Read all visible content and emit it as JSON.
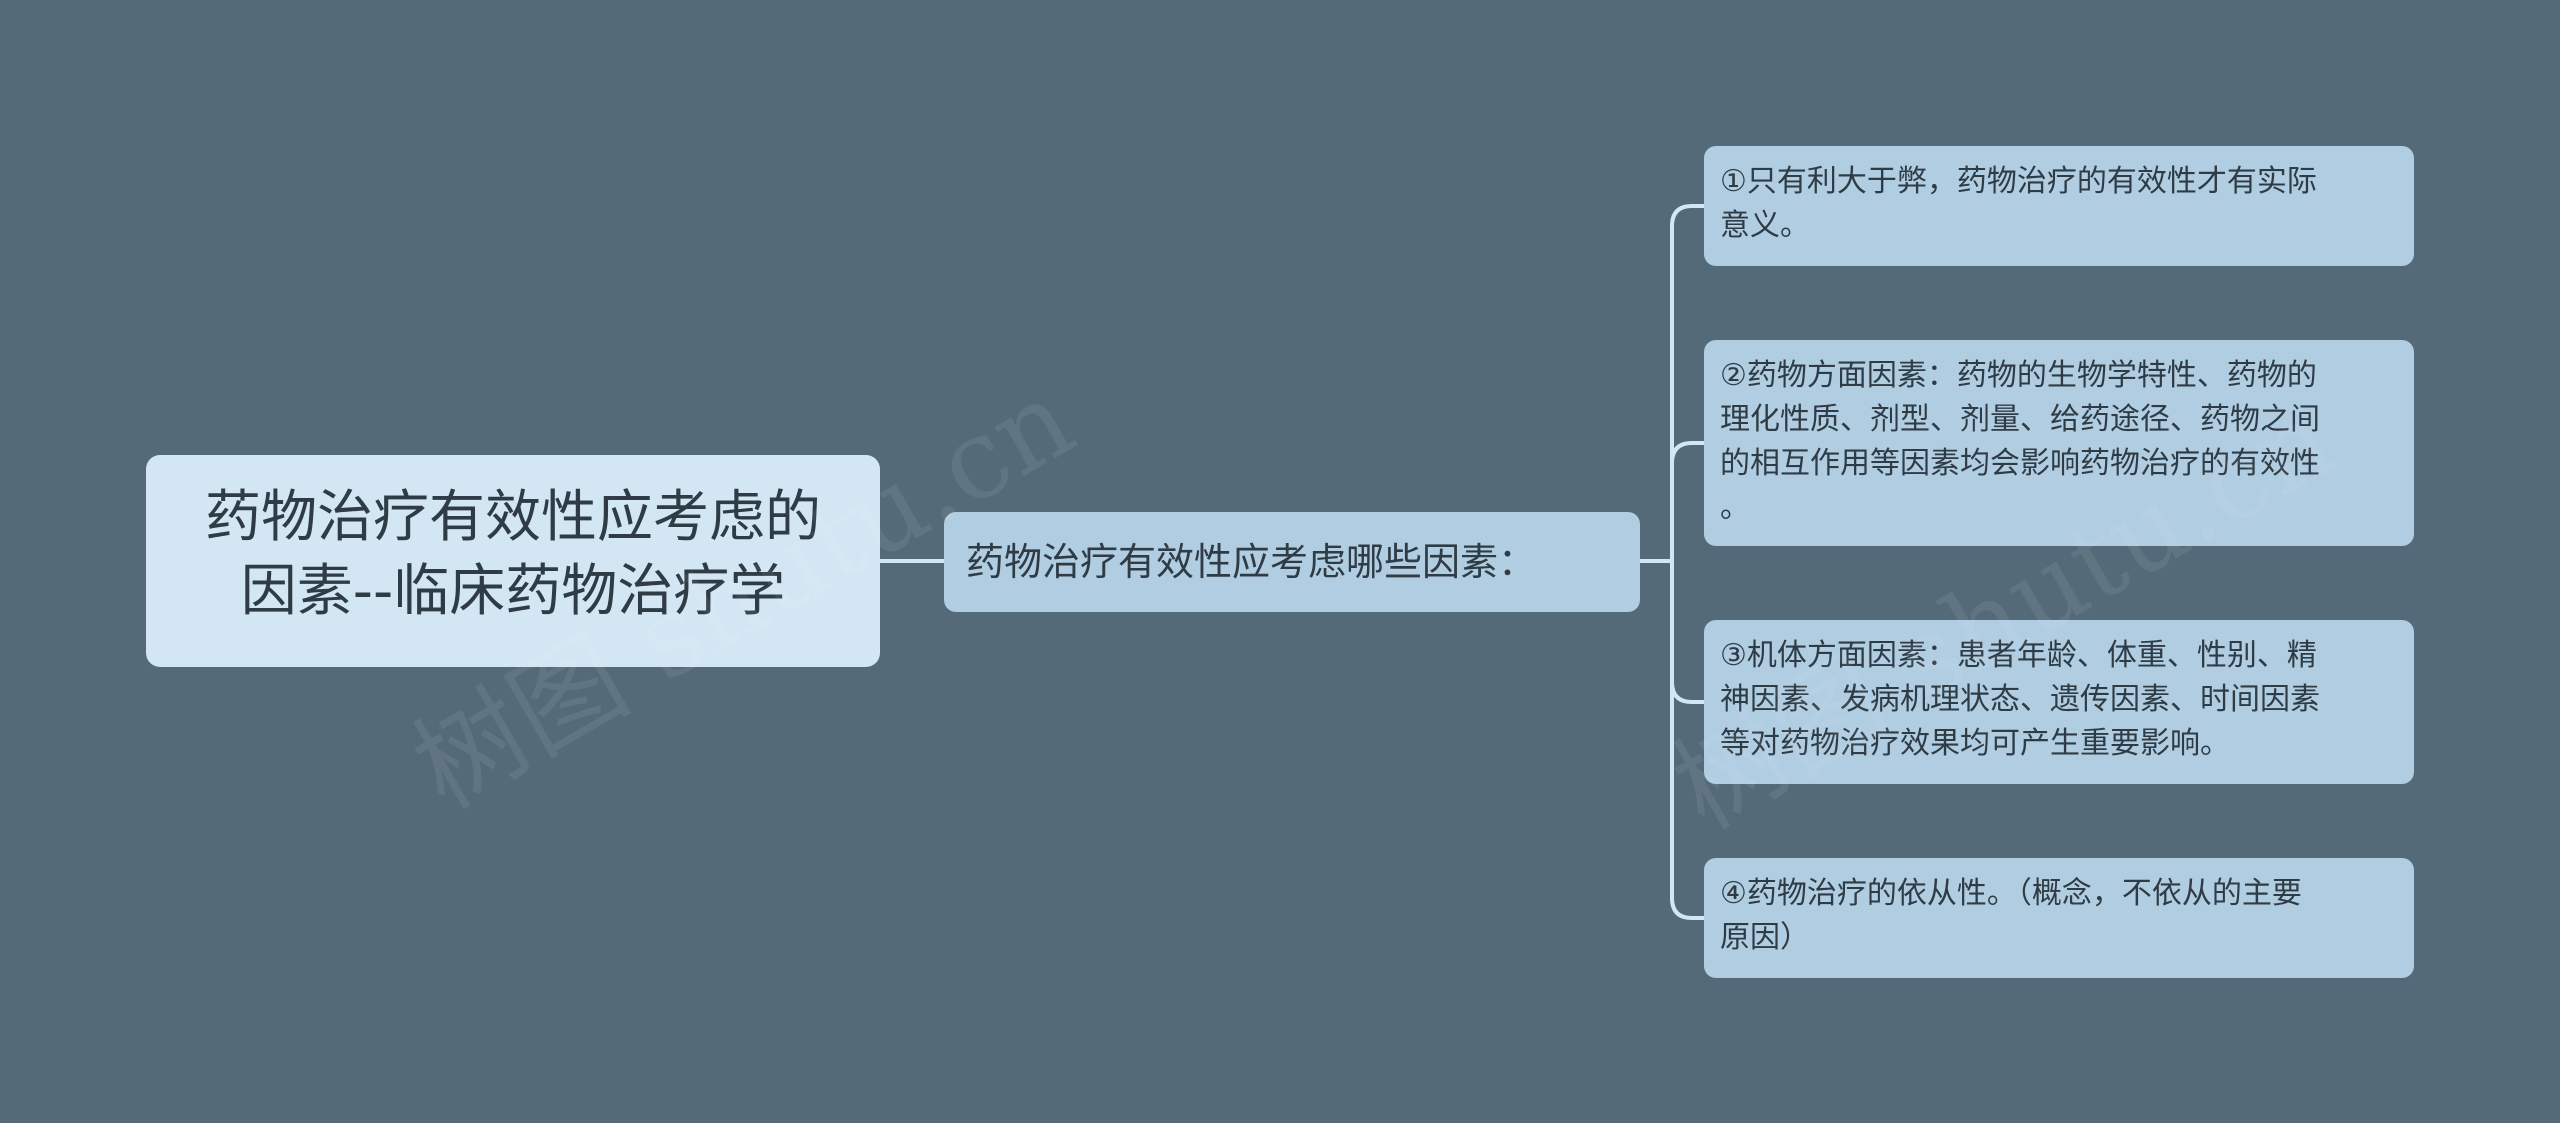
{
  "mindmap": {
    "root": {
      "line1": "药物治疗有效性应考虑的",
      "line2": "因素--临床药物治疗学"
    },
    "branch": "药物治疗有效性应考虑哪些因素：",
    "leaves": [
      {
        "lines": [
          "①只有利大于弊，药物治疗的有效性才有实际",
          "意义。"
        ]
      },
      {
        "lines": [
          "②药物方面因素：药物的生物学特性、药物的",
          "理化性质、剂型、剂量、给药途径、药物之间",
          "的相互作用等因素均会影响药物治疗的有效性",
          "。"
        ]
      },
      {
        "lines": [
          "③机体方面因素：患者年龄、体重、性别、精",
          "神因素、发病机理状态、遗传因素、时间因素",
          "等对药物治疗效果均可产生重要影响。"
        ]
      },
      {
        "lines": [
          "④药物治疗的依从性。（概念，不依从的主要",
          "原因）"
        ]
      }
    ]
  },
  "watermark": "树图 shutu.cn",
  "colors": {
    "background": "#546a78",
    "root_fill": "#d2e7f3",
    "node_fill": "#b0cde2",
    "connector": "#d2e7f3",
    "text": "#2f3c45"
  }
}
